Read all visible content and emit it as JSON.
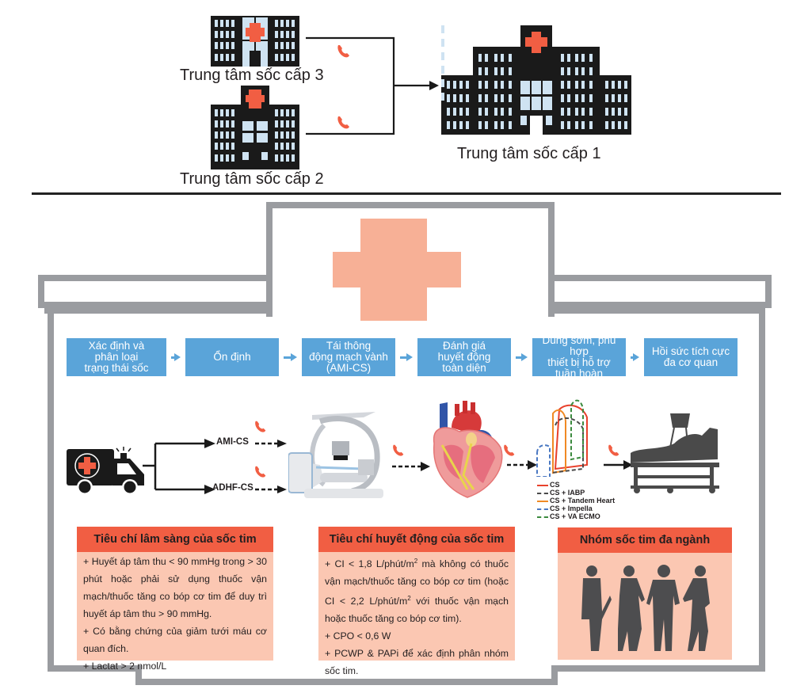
{
  "top_section": {
    "centers": [
      {
        "id": "level3",
        "label": "Trung tâm sốc cấp 3",
        "icon": "small-hospital-icon"
      },
      {
        "id": "level2",
        "label": "Trung tâm sốc cấp 2",
        "icon": "hospital-tower-icon"
      },
      {
        "id": "level1",
        "label": "Trung tâm sốc cấp 1",
        "icon": "large-hospital-icon"
      }
    ],
    "connector_icon": "phone-icon"
  },
  "colors": {
    "step_blue": "#5aa4d9",
    "header_red": "#f15e43",
    "body_peach": "#fbc7b2",
    "cross_peach": "#f7b096",
    "outline_gray": "#9a9ca0",
    "phone_red": "#f15e43",
    "building_black": "#1a1a1a",
    "window_blue": "#cfe3f2"
  },
  "process_steps": [
    {
      "label": "Xác định và\nphân loại\ntrạng thái sốc"
    },
    {
      "label": "Ổn định"
    },
    {
      "label": "Tái thông\nđộng mạch vành\n(AMI-CS)"
    },
    {
      "label": "Đánh giá\nhuyết động\ntoàn diện"
    },
    {
      "label": "Dùng sớm, phù hợp\nthiết bị hỗ trợ\ntuần hoàn"
    },
    {
      "label": "Hồi sức tích cực\nđa cơ quan"
    }
  ],
  "pathway": {
    "branches": [
      "AMI-CS",
      "ADHF-CS"
    ],
    "icons": [
      "ambulance-icon",
      "cath-lab-icon",
      "heart-catheter-icon",
      "pv-loop-icon",
      "icu-bed-icon"
    ],
    "legend": [
      {
        "label": "CS",
        "color": "#e8412c",
        "style": "solid"
      },
      {
        "label": "CS + IABP",
        "color": "#4a4a4a",
        "style": "dashed"
      },
      {
        "label": "CS + Tandem Heart",
        "color": "#f08a24",
        "style": "solid"
      },
      {
        "label": "CS + Impella",
        "color": "#4a78c2",
        "style": "dashed"
      },
      {
        "label": "CS + VA ECMO",
        "color": "#3b8a3e",
        "style": "dashed"
      }
    ]
  },
  "criteria": {
    "clinical": {
      "title": "Tiêu chí lâm sàng của sốc tim",
      "lines": [
        "+ Huyết áp tâm thu < 90 mmHg trong > 30 phút hoặc phải sử dụng thuốc vận mạch/thuốc tăng co bóp cơ tim để duy trì huyết áp tâm thu > 90 mmHg.",
        "+ Có bằng chứng của giảm tưới máu cơ quan đích.",
        "+ Lactat > 2 nmol/L"
      ]
    },
    "hemodynamic": {
      "title": "Tiêu chí huyết động của sốc tim",
      "line1_a": "+ CI < 1,8 L/phút/m",
      "line1_sup": "2",
      "line1_b": " mà không có thuốc vận mạch/thuốc tăng co bóp cơ tim (hoặc CI < 2,2 L/phút/m",
      "line1_sup2": "2",
      "line1_c": " với thuốc vận mạch hoặc thuốc tăng co bóp cơ tim).",
      "line2": "+ CPO < 0,6 W",
      "line3": "+ PCWP & PAPi để xác định phân nhóm sốc tim."
    },
    "team": {
      "title": "Nhóm sốc tim đa ngành",
      "icon": "team-silhouettes-icon"
    }
  }
}
